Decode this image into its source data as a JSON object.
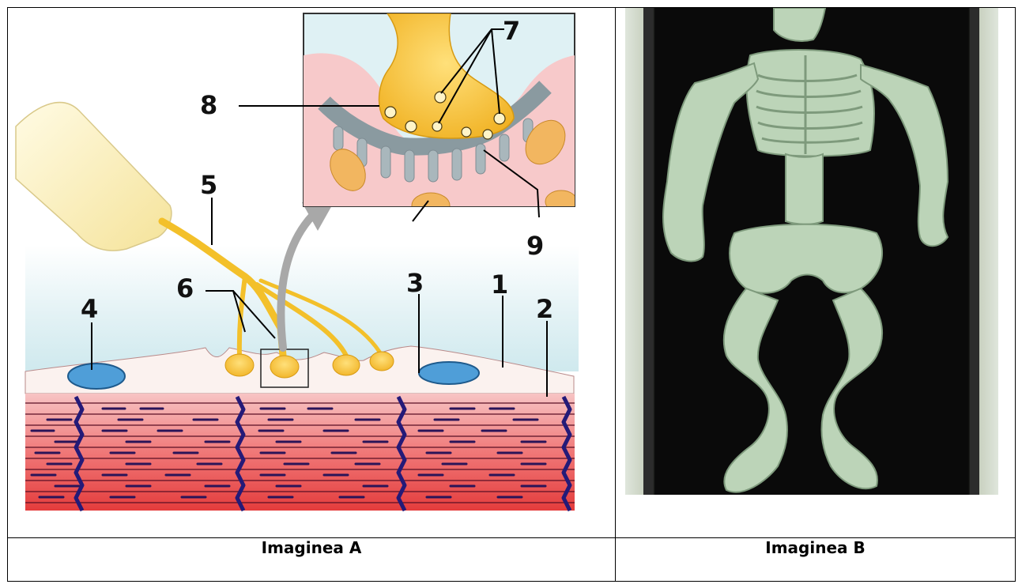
{
  "figures": [
    {
      "id": "A",
      "caption": "Imaginea A",
      "labels": [
        "1",
        "2",
        "3",
        "4",
        "5",
        "6",
        "7",
        "8",
        "9"
      ]
    },
    {
      "id": "B",
      "caption": "Imaginea B"
    }
  ]
}
